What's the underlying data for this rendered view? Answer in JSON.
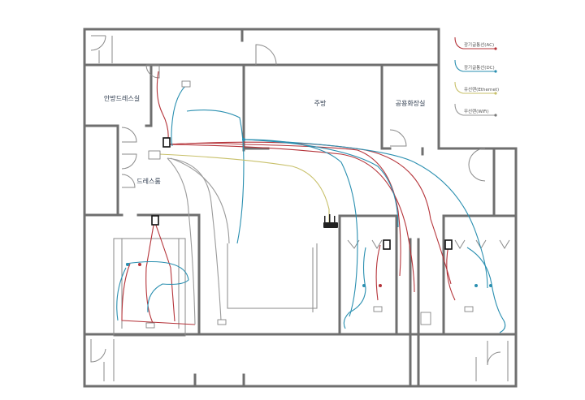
{
  "rooms": {
    "room_a": "안방드레스실",
    "kitchen": "주방",
    "room_c": "공용화장실",
    "dress": "드레스룸"
  },
  "legend": {
    "item_1": "광기글통선(AC)",
    "item_2": "광기글통선(DC)",
    "item_3": "유선랜(Ethernet)",
    "item_4": "무선랜(WiFi)"
  },
  "colors": {
    "red": "#b5343a",
    "blue": "#2a8fb0",
    "yellow": "#c8c06a",
    "gray": "#9a9a9a",
    "wall": "#6f6f6f"
  }
}
